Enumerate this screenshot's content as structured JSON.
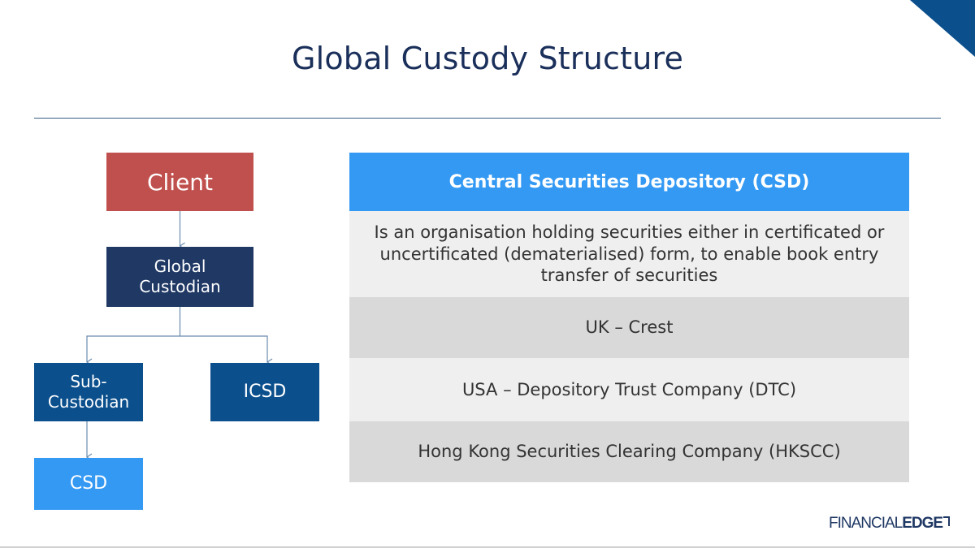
{
  "slide": {
    "title": "Global Custody Structure"
  },
  "diagram": {
    "client": "Client",
    "global_custodian": "Global\nCustodian",
    "sub_custodian": "Sub-\nCustodian",
    "icsd": "ICSD",
    "csd": "CSD"
  },
  "table": {
    "header": "Central Securities Depository (CSD)",
    "definition": "Is an organisation holding securities either in certificated or uncertificated (dematerialised) form, to enable book entry transfer of securities",
    "rows": [
      "UK – Crest",
      "USA – Depository Trust Company (DTC)",
      "Hong Kong Securities Clearing Company (HKSCC)"
    ]
  },
  "logo": {
    "light": "FINANCIAL",
    "bold": "EDGE"
  },
  "colors": {
    "title": "#1a2f5a",
    "client": "#c0504d",
    "global_custodian": "#1f3864",
    "sub_custodian": "#0b4f8c",
    "icsd": "#0b4f8c",
    "csd": "#3399f3",
    "table_header": "#3399f3",
    "row_light": "#efefef",
    "row_dark": "#d9d9d9"
  }
}
